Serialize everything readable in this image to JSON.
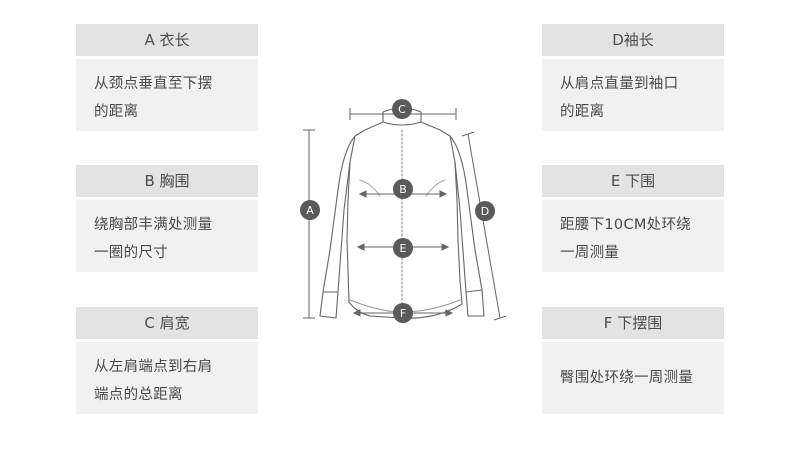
{
  "cards": {
    "a": {
      "title": "A 衣长",
      "lines": [
        "从颈点垂直至下摆",
        "的距离"
      ]
    },
    "b": {
      "title": "B 胸围",
      "lines": [
        "绕胸部丰满处测量",
        "一圈的尺寸"
      ]
    },
    "c": {
      "title": "C 肩宽",
      "lines": [
        "从左肩端点到右肩",
        "端点的总距离"
      ]
    },
    "d": {
      "title": "D袖长",
      "lines": [
        "从肩点直量到袖口",
        "的距离"
      ]
    },
    "e": {
      "title": "E 下围",
      "lines": [
        "距腰下10CM处环绕",
        "一周测量"
      ]
    },
    "f": {
      "title": "F 下摆围",
      "lines": [
        "臀围处环绕一周测量"
      ]
    }
  },
  "markers": {
    "a": "A",
    "b": "B",
    "c": "C",
    "d": "D",
    "e": "E",
    "f": "F"
  },
  "colors": {
    "header_bg": "#e3e3e3",
    "body_bg": "#f1f1f1",
    "marker": "#5a5a5a",
    "line": "#666666"
  }
}
